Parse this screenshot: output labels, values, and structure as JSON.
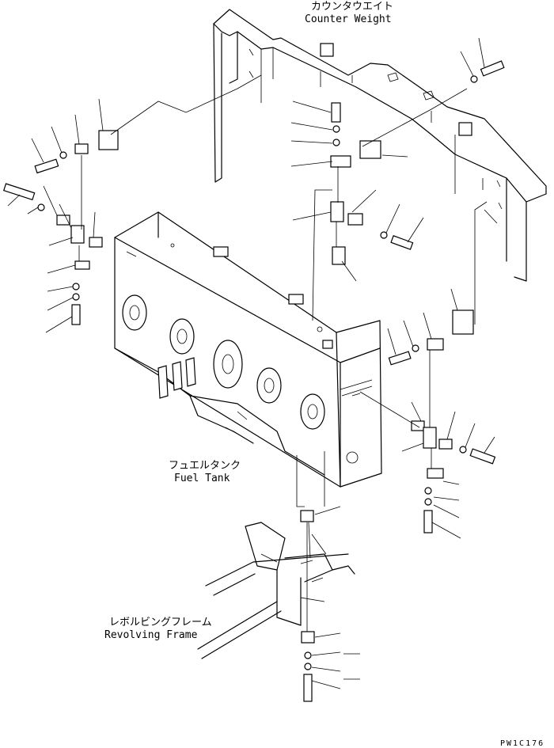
{
  "labels": {
    "counter_weight_jp": "カウンタウエイト",
    "counter_weight_en": "Counter Weight",
    "fuel_tank_jp": "フュエルタンク",
    "fuel_tank_en": "Fuel Tank",
    "revolving_frame_jp": "レボルビングフレーム",
    "revolving_frame_en": "Revolving Frame"
  },
  "drawing_code": "PW1C176"
}
